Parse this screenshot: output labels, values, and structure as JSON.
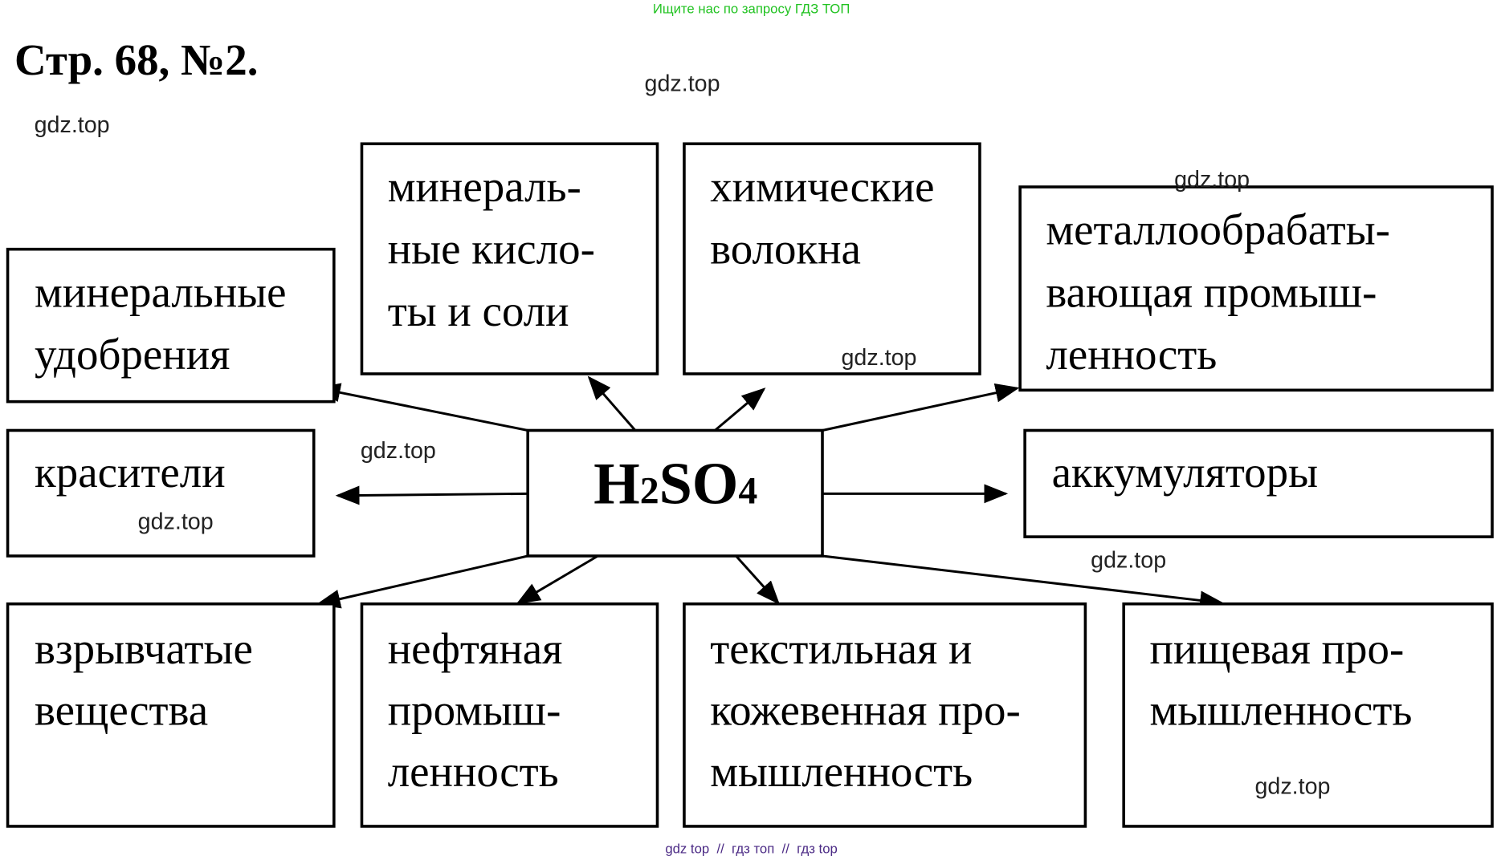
{
  "header_banner": "Ищите нас по запросу ГДЗ ТОП",
  "title": "Стр. 68, №2.",
  "center": {
    "main": "H",
    "sub1": "2",
    "mid": "SO",
    "sub2": "4"
  },
  "boxes": {
    "fertilizers": [
      "минеральные",
      "удобрения"
    ],
    "acids": [
      "минераль-",
      "ные кисло-",
      "ты и соли"
    ],
    "fibers": [
      "химические",
      "волокна"
    ],
    "metalworking": [
      "металлообрабаты-",
      "вающая промыш-",
      "ленность"
    ],
    "dyes": [
      "красители"
    ],
    "batteries": [
      "аккумуляторы"
    ],
    "explosives": [
      "взрывчатые",
      "вещества"
    ],
    "oil": [
      "нефтяная",
      "промыш-",
      "ленность"
    ],
    "textile": [
      "текстильная и",
      "кожевенная про-",
      "мышленность"
    ],
    "food": [
      "пищевая про-",
      "мышленность"
    ]
  },
  "watermark": "gdz.top",
  "footer": "gdz top  //  гдз топ  //  гдз top"
}
